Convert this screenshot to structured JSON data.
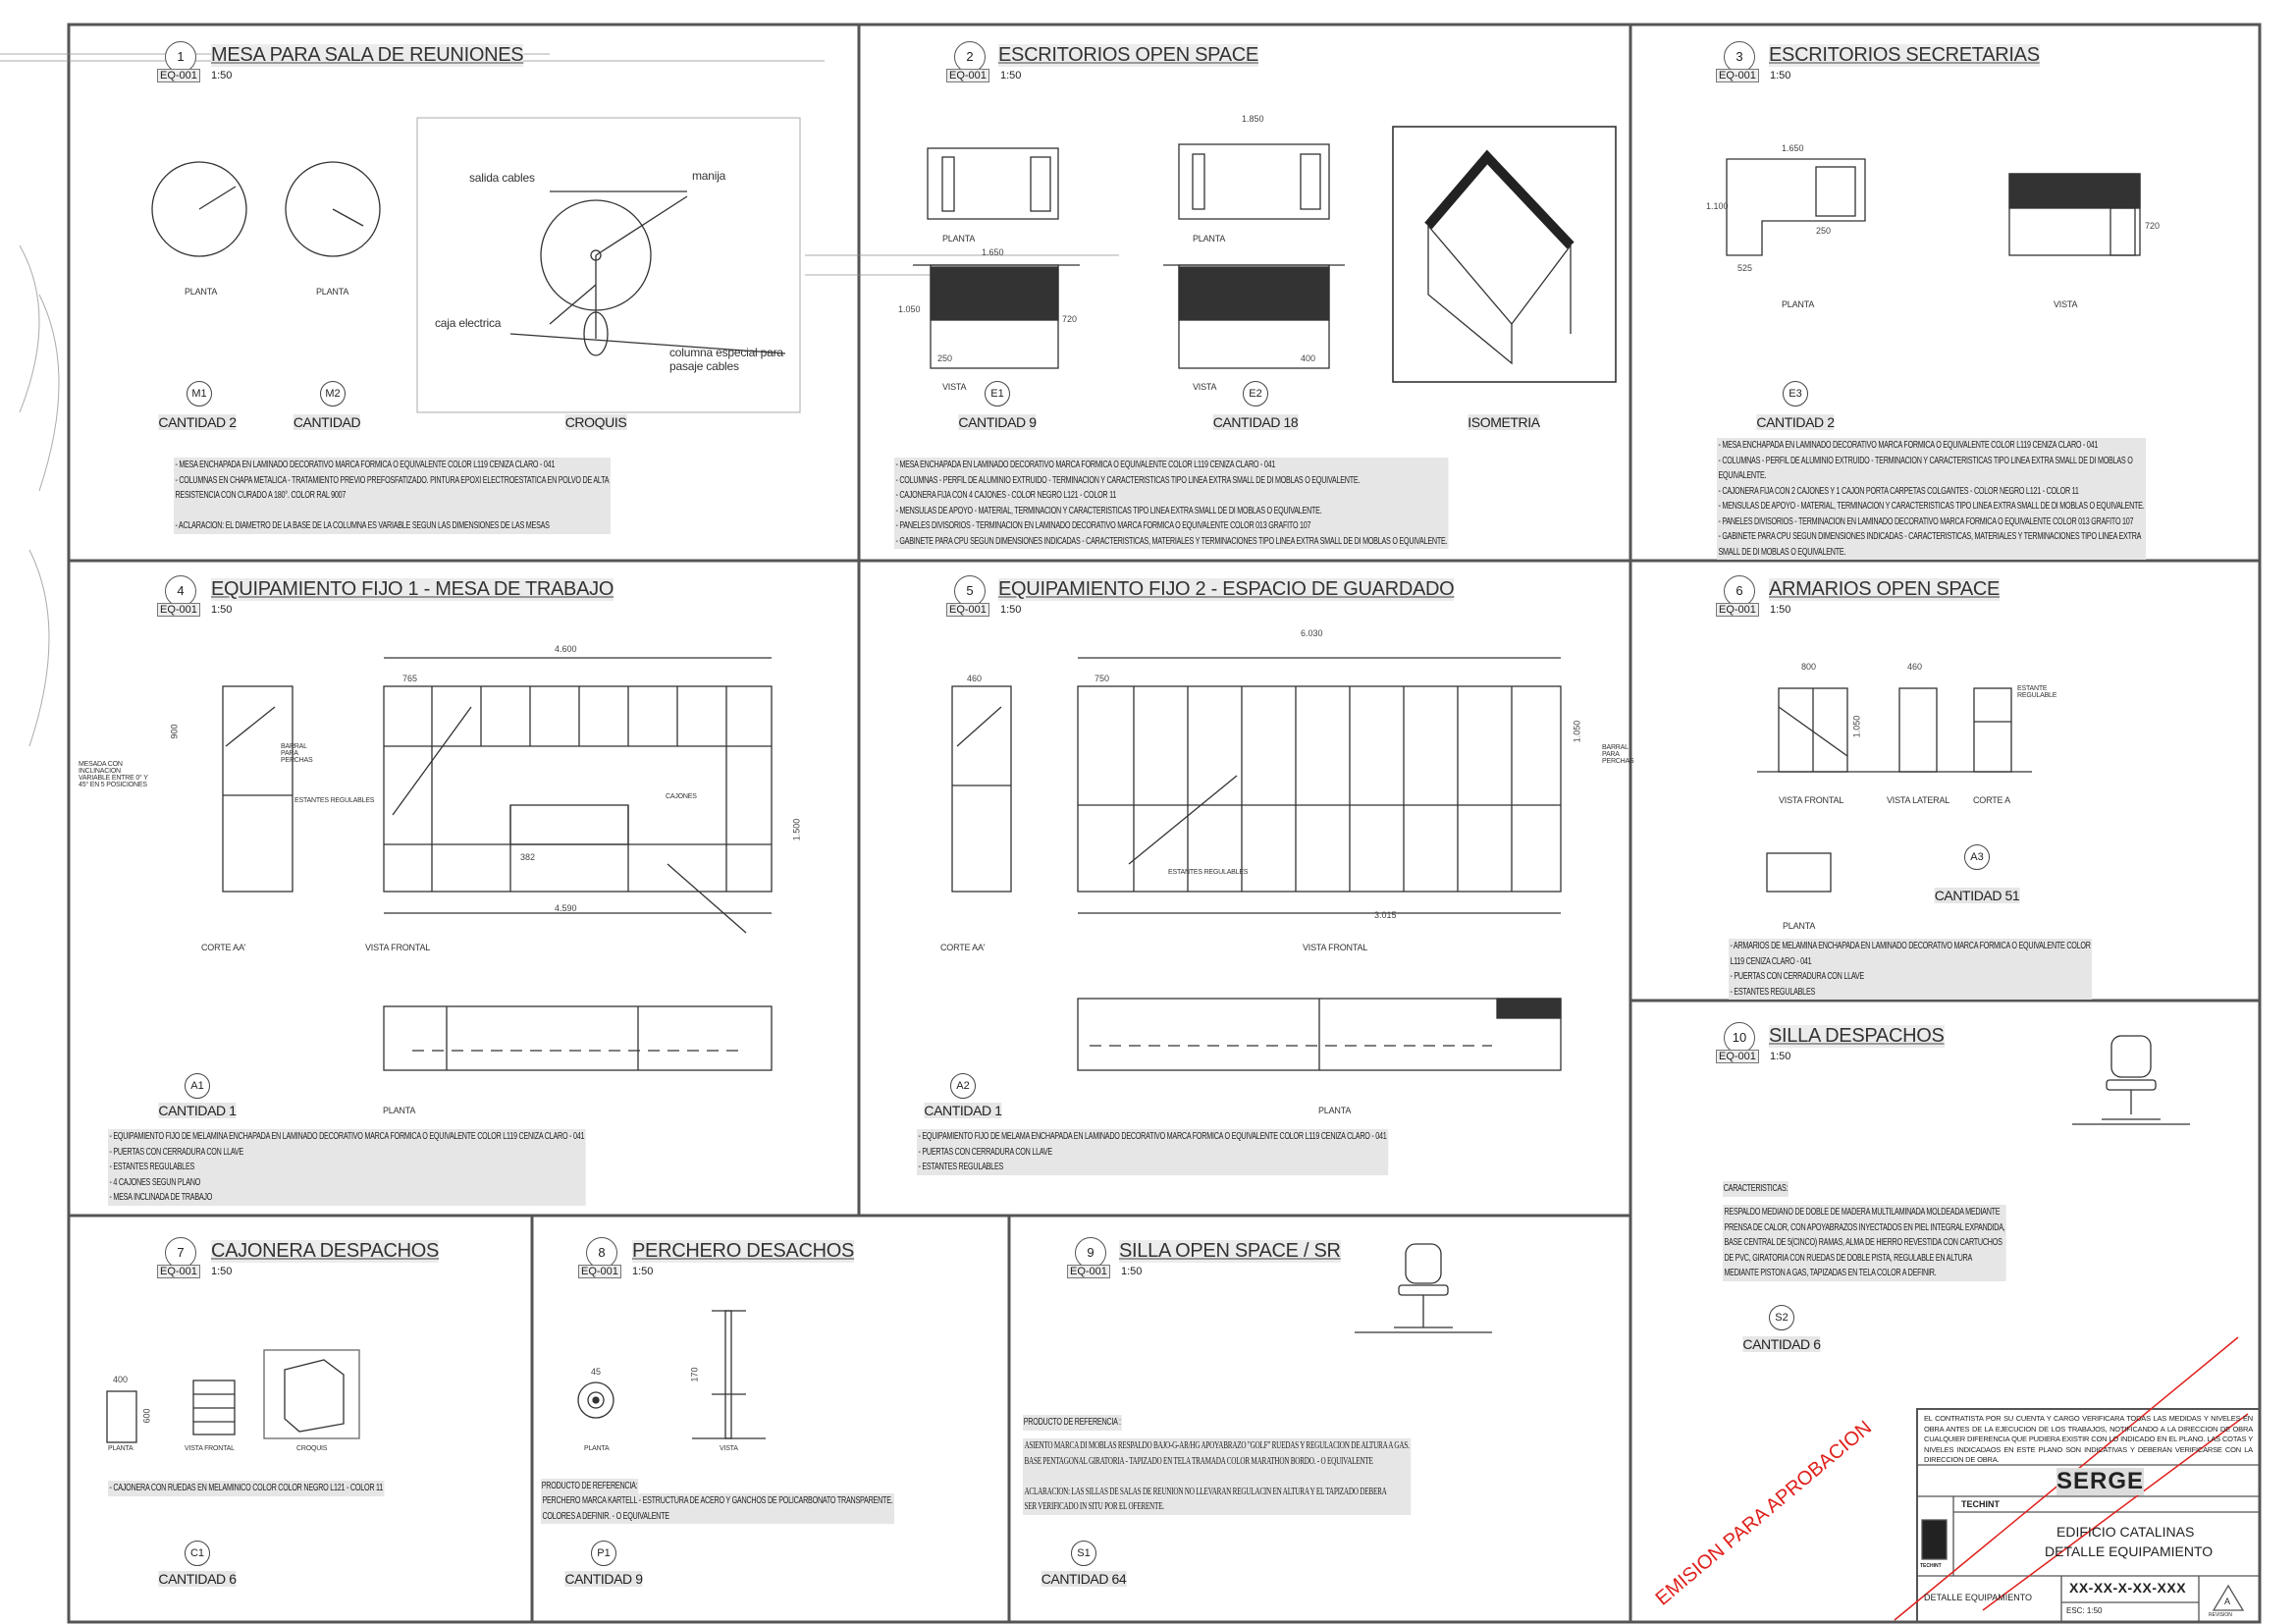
{
  "sheet": {
    "panels": [
      {
        "num": "1",
        "title": "MESA PARA SALA DE REUNIONES",
        "ref": "EQ-001",
        "scale": "1:50",
        "labels": [
          "PLANTA",
          "PLANTA",
          "CROQUIS"
        ],
        "callouts": [
          "salida cables",
          "manija",
          "caja electrica",
          "columna especial para pasaje cables"
        ],
        "tags": [
          {
            "code": "M1",
            "qty": "CANTIDAD 2"
          },
          {
            "code": "M2",
            "qty": "CANTIDAD"
          }
        ],
        "notes": [
          "- MESA ENCHAPADA EN LAMINADO DECORATIVO MARCA FORMICA O EQUIVALENTE COLOR L119 CENIZA CLARO - 041",
          "- COLUMNAS EN CHAPA METALICA - TRATAMIENTO PREVIO PREFOSFATIZADO. PINTURA EPOXI ELECTROESTATICA EN POLVO DE ALTA",
          "RESISTENCIA CON CURADO A 180°. COLOR RAL 9007",
          "",
          "- ACLARACION: EL DIAMETRO DE LA BASE DE LA COLUMNA ES VARIABLE SEGUN LAS DIMENSIONES DE LAS MESAS"
        ]
      },
      {
        "num": "2",
        "title": "ESCRITORIOS OPEN SPACE",
        "ref": "EQ-001",
        "scale": "1:50",
        "labels": [
          "PLANTA",
          "PLANTA",
          "VISTA",
          "VISTA",
          "ISOMETRIA"
        ],
        "tags": [
          {
            "code": "E1",
            "qty": "CANTIDAD 9"
          },
          {
            "code": "E2",
            "qty": "CANTIDAD 18"
          }
        ],
        "dims": [
          "1.650",
          "1.850",
          "400",
          "250",
          "720",
          "1.050"
        ],
        "notes": [
          "- MESA ENCHAPADA EN LAMINADO DECORATIVO MARCA FORMICA O EQUIVALENTE COLOR L119 CENIZA CLARO - 041",
          "- COLUMNAS - PERFIL DE ALUMINIO EXTRUIDO - TERMINACION Y CARACTERISTICAS TIPO LINEA EXTRA SMALL DE DI MOBLAS O EQUIVALENTE.",
          "- CAJONERA FIJA CON 4 CAJONES - COLOR NEGRO L121 - COLOR 11",
          "- MENSULAS DE APOYO - MATERIAL, TERMINACION Y CARACTERISTICAS TIPO LINEA EXTRA SMALL DE DI MOBLAS O EQUIVALENTE.",
          "- PANELES DIVISORIOS - TERMINACION EN LAMINADO DECORATIVO MARCA FORMICA O EQUIVALENTE COLOR 013 GRAFITO 107",
          "- GABINETE PARA CPU SEGUN DIMENSIONES INDICADAS - CARACTERISTICAS, MATERIALES Y TERMINACIONES TIPO LINEA EXTRA SMALL DE DI MOBLAS O EQUIVALENTE."
        ]
      },
      {
        "num": "3",
        "title": "ESCRITORIOS SECRETARIAS",
        "ref": "EQ-001",
        "scale": "1:50",
        "labels": [
          "PLANTA",
          "VISTA"
        ],
        "tags": [
          {
            "code": "E3",
            "qty": "CANTIDAD 2"
          }
        ],
        "dims": [
          "1.650",
          "1.100",
          "525",
          "250",
          "720"
        ],
        "notes": [
          "- MESA ENCHAPADA EN LAMINADO DECORATIVO MARCA FORMICA O EQUIVALENTE COLOR L119 CENIZA CLARO - 041",
          "- COLUMNAS - PERFIL DE ALUMINIO EXTRUIDO - TERMINACION Y CARACTERISTICAS TIPO LINEA EXTRA SMALL DE DI MOBLAS O",
          "EQUIVALENTE.",
          "- CAJONERA FIJA CON 2 CAJONES Y 1 CAJON PORTA CARPETAS COLGANTES - COLOR NEGRO L121 - COLOR 11",
          "- MENSULAS DE APOYO - MATERIAL, TERMINACION Y CARACTERISTICAS TIPO LINEA EXTRA SMALL DE DI MOBLAS O EQUIVALENTE.",
          "- PANELES DIVISORIOS - TERMINACION EN LAMINADO DECORATIVO MARCA FORMICA O EQUIVALENTE COLOR 013 GRAFITO 107",
          "- GABINETE PARA CPU SEGUN DIMENSIONES INDICADAS - CARACTERISTICAS, MATERIALES Y TERMINACIONES TIPO LINEA EXTRA",
          "SMALL DE DI MOBLAS O EQUIVALENTE."
        ]
      },
      {
        "num": "4",
        "title": "EQUIPAMIENTO FIJO 1 - MESA DE TRABAJO",
        "ref": "EQ-001",
        "scale": "1:50",
        "labels": [
          "CORTE AA'",
          "VISTA FRONTAL",
          "PLANTA"
        ],
        "callouts": [
          "ESTANTES REGULABLES",
          "BARRAL PARA PERCHAS",
          "MESADA CON INCLINACION VARIABLE ENTRE 0° Y 45° EN 5 POSICIONES",
          "CAJONES"
        ],
        "tags": [
          {
            "code": "A1",
            "qty": "CANTIDAD 1"
          }
        ],
        "dims": [
          "4.600",
          "4.590",
          "765",
          "382",
          "1.500",
          "900"
        ],
        "notes": [
          "- EQUIPAMIENTO FIJO DE MELAMINA ENCHAPADA EN LAMINADO DECORATIVO MARCA FORMICA O EQUIVALENTE COLOR L119 CENIZA CLARO - 041",
          "- PUERTAS CON CERRADURA CON LLAVE",
          "- ESTANTES REGULABLES",
          "- 4 CAJONES SEGUN PLANO",
          "- MESA INCLINADA DE TRABAJO"
        ]
      },
      {
        "num": "5",
        "title": "EQUIPAMIENTO FIJO 2 - ESPACIO DE GUARDADO",
        "ref": "EQ-001",
        "scale": "1:50",
        "labels": [
          "CORTE AA'",
          "VISTA FRONTAL",
          "PLANTA"
        ],
        "callouts": [
          "ESTANTES REGULABLES",
          "BARRAL PARA PERCHAS"
        ],
        "tags": [
          {
            "code": "A2",
            "qty": "CANTIDAD 1"
          }
        ],
        "dims": [
          "6.030",
          "3.015",
          "750",
          "460",
          "1.050"
        ],
        "notes": [
          "- EQUIPAMIENTO FIJO DE MELAMA ENCHAPADA EN LAMINADO DECORATIVO MARCA FORMICA O EQUIVALENTE COLOR L119 CENIZA CLARO - 041",
          "- PUERTAS CON CERRADURA CON LLAVE",
          "- ESTANTES REGULABLES"
        ]
      },
      {
        "num": "6",
        "title": "ARMARIOS OPEN SPACE",
        "ref": "EQ-001",
        "scale": "1:50",
        "labels": [
          "VISTA FRONTAL",
          "VISTA LATERAL",
          "CORTE A",
          "PLANTA"
        ],
        "callouts": [
          "ESTANTE REGULABLE"
        ],
        "tags": [
          {
            "code": "A3",
            "qty": "CANTIDAD 51"
          }
        ],
        "dims": [
          "800",
          "460",
          "1.050"
        ],
        "notes": [
          "- ARMARIOS DE MELAMINA ENCHAPADA EN LAMINADO DECORATIVO MARCA FORMICA O EQUIVALENTE COLOR",
          "L119 CENIZA CLARO - 041",
          "- PUERTAS CON CERRADURA CON LLAVE",
          "- ESTANTES REGULABLES"
        ]
      },
      {
        "num": "10",
        "title": "SILLA DESPACHOS",
        "ref": "EQ-001",
        "scale": "1:50",
        "tags": [
          {
            "code": "S2",
            "qty": "CANTIDAD 6"
          }
        ],
        "heading": "CARACTERISTICAS:",
        "notes": [
          "RESPALDO MEDIANO DE DOBLE DE MADERA MULTILAMINADA MOLDEADA MEDIANTE",
          "PRENSA DE CALOR, CON APOYABRAZOS INYECTADOS EN PIEL INTEGRAL EXPANDIDA,",
          "BASE CENTRAL DE 5(CINCO) RAMAS, ALMA DE HIERRO REVESTIDA CON CARTUCHOS",
          "DE PVC, GIRATORIA CON RUEDAS DE DOBLE PISTA, REGULABLE EN ALTURA",
          "MEDIANTE PISTON A GAS, TAPIZADAS EN TELA COLOR A DEFINIR."
        ]
      },
      {
        "num": "7",
        "title": "CAJONERA DESPACHOS",
        "ref": "EQ-001",
        "scale": "1:50",
        "labels": [
          "PLANTA",
          "VISTA FRONTAL",
          "CROQUIS"
        ],
        "tags": [
          {
            "code": "C1",
            "qty": "CANTIDAD 6"
          }
        ],
        "dims": [
          "400",
          "600"
        ],
        "notes": [
          "- CAJONERA CON RUEDAS EN MELAMINICO COLOR COLOR NEGRO L121 - COLOR 11"
        ]
      },
      {
        "num": "8",
        "title": "PERCHERO DESACHOS",
        "ref": "EQ-001",
        "scale": "1:50",
        "labels": [
          "PLANTA",
          "VISTA"
        ],
        "tags": [
          {
            "code": "P1",
            "qty": "CANTIDAD 9"
          }
        ],
        "dims": [
          "45",
          "170"
        ],
        "heading": "PRODUCTO DE REFERENCIA:",
        "notes": [
          "PERCHERO MARCA KARTELL - ESTRUCTURA DE ACERO Y GANCHOS DE POLICARBONATO TRANSPARENTE.",
          "COLORES A DEFINIR. - O EQUIVALENTE"
        ]
      },
      {
        "num": "9",
        "title": "SILLA OPEN SPACE / SR",
        "ref": "EQ-001",
        "scale": "1:50",
        "tags": [
          {
            "code": "S1",
            "qty": "CANTIDAD 64"
          }
        ],
        "heading": "PRODUCTO DE REFERENCIA :",
        "notes": [
          "ASIENTO MARCA DI MOBLAS RESPALDO BAJO-G-AR/HG APOYABRAZO \"GOLF\" RUEDAS Y REGULACION DE ALTURA A GAS.",
          "BASE PENTAGONAL GIRATORIA - TAPIZADO EN TELA TRAMADA COLOR MARATHON BORDO. - O EQUIVALENTE",
          "",
          "ACLARACION: LAS SILLAS DE SALAS DE REUNION NO LLEVARAN REGULACIN EN ALTURA Y EL TAPIZADO DEBERA",
          "SER VERIFICADO IN SITU POR EL OFERENTE."
        ]
      }
    ],
    "title_block": {
      "disclaimer": "EL CONTRATISTA POR SU CUENTA Y CARGO VERIFICARA TODAS LAS MEDIDAS Y NIVELES EN OBRA ANTES DE LA EJECUCION DE LOS TRABAJOS, NOTIFICANDO A LA DIRECCION DE OBRA CUALQUIER DIFERENCIA QUE PUDIERA EXISTIR CON LO INDICADO EN EL PLANO. LAS COTAS Y NIVELES INDICADAOS EN ESTE PLANO SON INDICATIVAS Y DEBERAN VERIFICARSE CON LA DIRECCION DE OBRA.",
      "client": "SERGE",
      "company": "TECHINT",
      "logo_text": "TECHINT",
      "project_line1": "EDIFICIO CATALINAS",
      "project_line2": "DETALLE EQUIPAMIENTO",
      "sheet_name": "DETALLE EQUIPAMIENTO",
      "drawing_number": "XX-XX-X-XX-XXX",
      "scale": "ESC: 1:50",
      "revision": "A",
      "revision_label": "REVISION",
      "stamp": "EMISION PARA APROBACION"
    },
    "colors": {
      "line": "#333333",
      "stamp": "#e0201c",
      "highlight": "#e6e6e6"
    }
  }
}
